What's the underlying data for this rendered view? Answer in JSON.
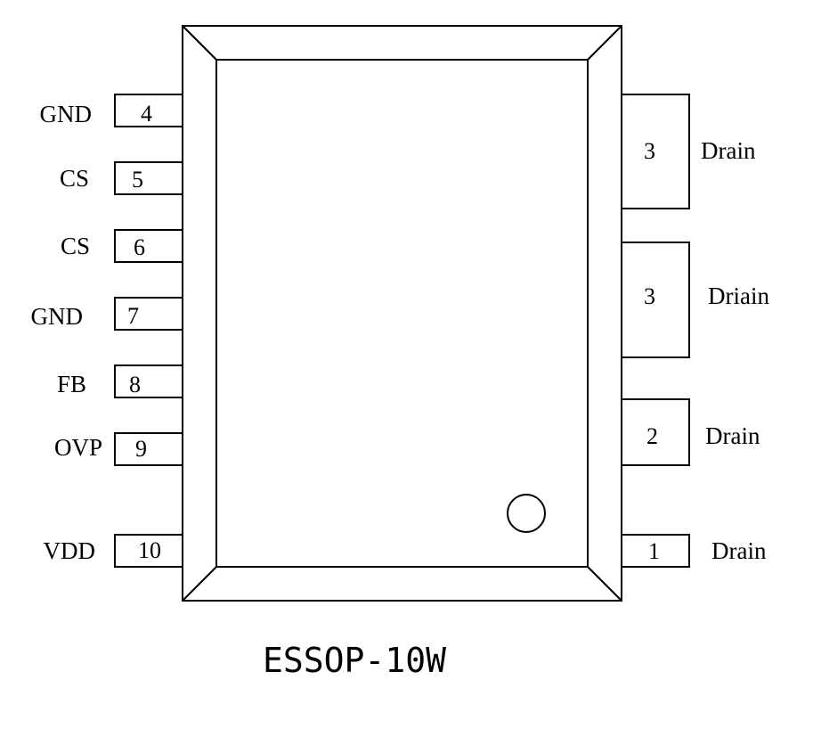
{
  "package": {
    "name": "ESSOP-10W"
  },
  "pins_left": [
    {
      "number": "4",
      "name": "GND"
    },
    {
      "number": "5",
      "name": "CS"
    },
    {
      "number": "6",
      "name": "CS"
    },
    {
      "number": "7",
      "name": "GND"
    },
    {
      "number": "8",
      "name": "FB"
    },
    {
      "number": "9",
      "name": "OVP"
    },
    {
      "number": "10",
      "name": "VDD"
    }
  ],
  "pins_right": [
    {
      "number": "3",
      "name": "Drain"
    },
    {
      "number": "3",
      "name": "Driain"
    },
    {
      "number": "2",
      "name": "Drain"
    },
    {
      "number": "1",
      "name": "Drain"
    }
  ]
}
